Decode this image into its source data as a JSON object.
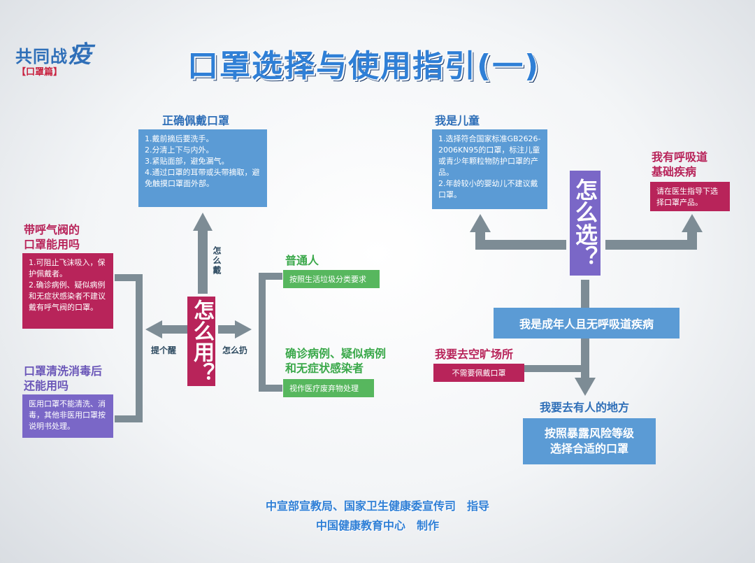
{
  "logo": {
    "main": "共同战",
    "main_accent": "疫",
    "sub": "【口罩篇】"
  },
  "title": "口罩选择与使用指引(一)",
  "left": {
    "center": "怎么用？",
    "wear_label": "怎么戴",
    "throw_label": "怎么扔",
    "remind_label": "提个醒",
    "correct": {
      "header": "正确佩戴口罩",
      "items": [
        "1.戴前摘后要洗手。",
        "2.分清上下与内外。",
        "3.紧贴面部，避免漏气。",
        "4.通过口罩的耳带或头带摘取，避免触摸口罩面外部。"
      ]
    },
    "valve": {
      "header_line1": "带呼气阀的",
      "header_line2": "口罩能用吗",
      "items": [
        "1.可阻止飞沫吸入，保护佩戴者。",
        "2.确诊病例、疑似病例和无症状感染者不建议戴有呼气阀的口罩。"
      ]
    },
    "clean": {
      "header_line1": "口罩清洗消毒后",
      "header_line2": "还能用吗",
      "text": "医用口罩不能清洗、消毒，其他非医用口罩按说明书处理。"
    },
    "ordinary": {
      "header": "普通人",
      "text": "按照生活垃圾分类要求"
    },
    "patient": {
      "header_line1": "确诊病例、疑似病例",
      "header_line2": "和无症状感染者",
      "text": "视作医疗废弃物处理"
    }
  },
  "right": {
    "center": "怎么选？",
    "child": {
      "header": "我是儿童",
      "items": [
        "1.选择符合国家标准GB2626-2006KN95的口罩，标注儿童或青少年颗粒物防护口罩的产品。",
        "2.年龄较小的婴幼儿不建议戴口罩。"
      ]
    },
    "respiratory": {
      "header_line1": "我有呼吸道",
      "header_line2": "基础疾病",
      "text": "请在医生指导下选择口罩产品。"
    },
    "adult": "我是成年人且无呼吸道疾病",
    "open": {
      "header": "我要去空旷场所",
      "text": "不需要佩戴口罩"
    },
    "crowd": {
      "header": "我要去有人的地方",
      "line1": "按照暴露风险等级",
      "line2": "选择合适的口罩"
    }
  },
  "footer": {
    "line1": "中宣部宣教局、国家卫生健康委宣传司　指导",
    "line2": "中国健康教育中心　制作"
  },
  "colors": {
    "blue": "#5b9bd5",
    "pink": "#b8245a",
    "green": "#57b75e",
    "purple": "#7a67c7",
    "connector": "#7d8c95",
    "title": "#2f7fd6"
  }
}
